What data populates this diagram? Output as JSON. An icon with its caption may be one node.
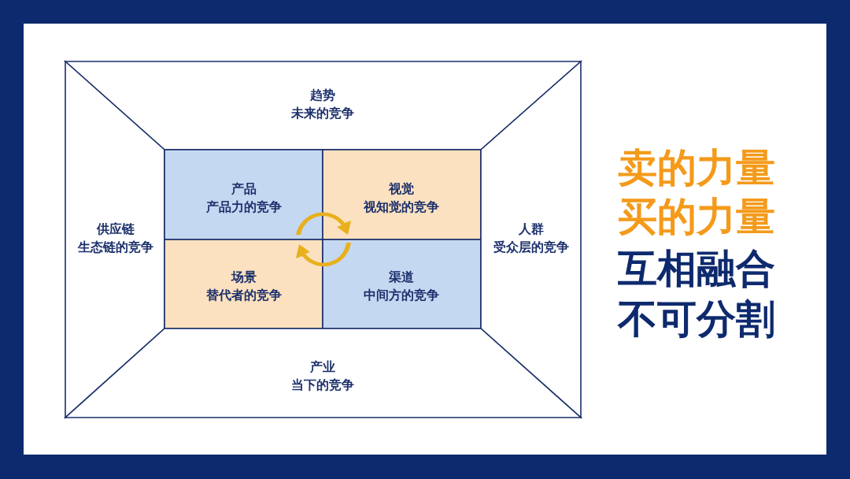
{
  "diagram": {
    "nodes": [
      {
        "text": [
          "趋势",
          "未来的竞争"
        ]
      },
      {
        "text": [
          "供应链",
          "生态链的竞争"
        ]
      },
      {
        "text": [
          "产品",
          "产品力的竞争"
        ]
      },
      {
        "text": [
          "视觉",
          "视知觉的竞争"
        ]
      },
      {
        "text": [
          "场景",
          "替代者的竞争"
        ]
      },
      {
        "text": [
          "渠道",
          "中间方的竞争"
        ]
      },
      {
        "text": [
          "人群",
          "受众层的竞争"
        ]
      },
      {
        "text": [
          "产业",
          "当下的竞争"
        ]
      }
    ],
    "labels": [
      "卖的力量",
      "买的力量",
      "互相融合",
      "不可分割"
    ]
  }
}
